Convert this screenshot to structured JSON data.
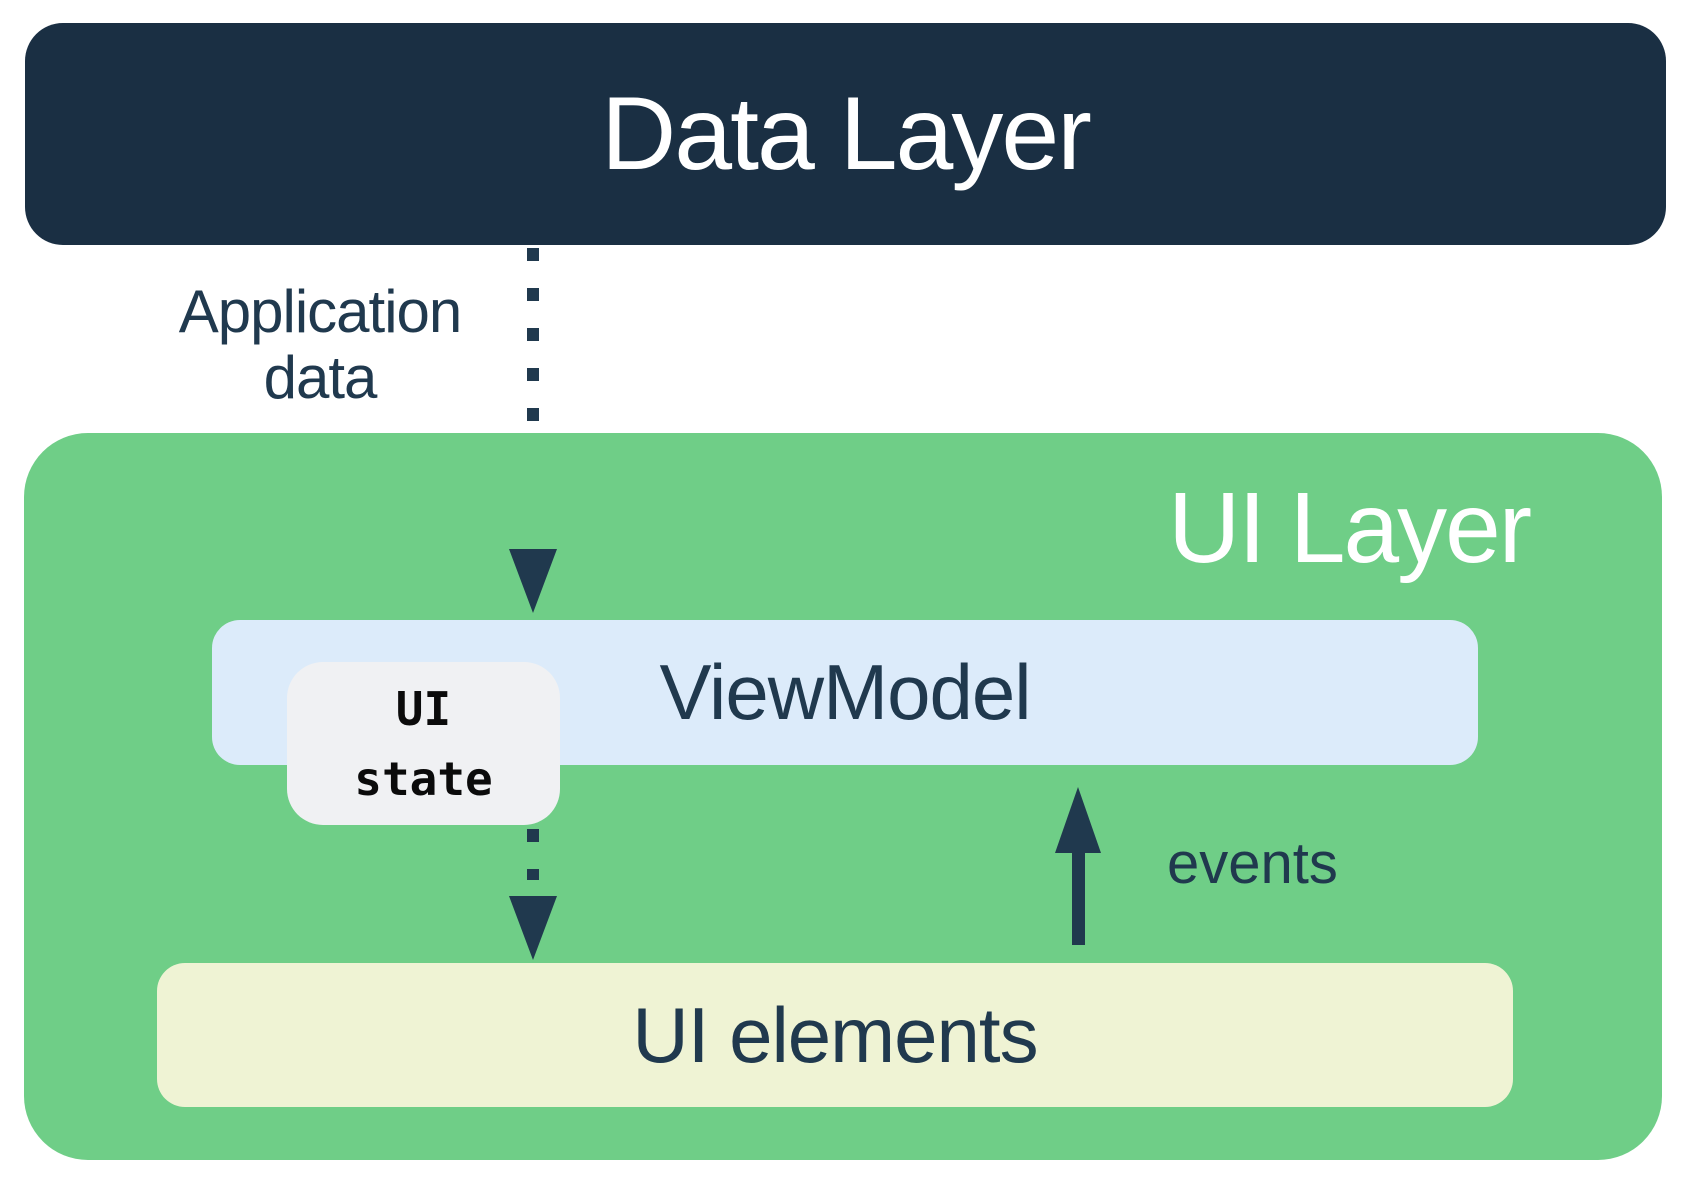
{
  "diagram": {
    "title": "Android app architecture: UI layer and data layer",
    "data_layer": {
      "label": "Data Layer"
    },
    "application_data": {
      "label": "Application\ndata"
    },
    "ui_layer": {
      "label": "UI Layer"
    },
    "viewmodel": {
      "label": "ViewModel"
    },
    "ui_state": {
      "label": "UI\nstate"
    },
    "events": {
      "label": "events"
    },
    "ui_elements": {
      "label": "UI elements"
    },
    "arrows": [
      {
        "name": "application-data-flow",
        "style": "dashed",
        "direction": "down",
        "from": "Data Layer",
        "to": "ViewModel"
      },
      {
        "name": "ui-state-flow",
        "style": "dashed",
        "direction": "down",
        "from": "ViewModel",
        "to": "UI elements"
      },
      {
        "name": "events-flow",
        "style": "solid",
        "direction": "up",
        "from": "UI elements",
        "to": "ViewModel"
      }
    ],
    "colors": {
      "navy": "#1A2F43",
      "text_navy": "#20394E",
      "green": "#6FCE87",
      "light_blue": "#DCEBFA",
      "light_yellow": "#EFF3D4",
      "state_bg": "#F0F1F3",
      "state_text": "#0B0B0B",
      "white": "#FFFFFF"
    }
  }
}
